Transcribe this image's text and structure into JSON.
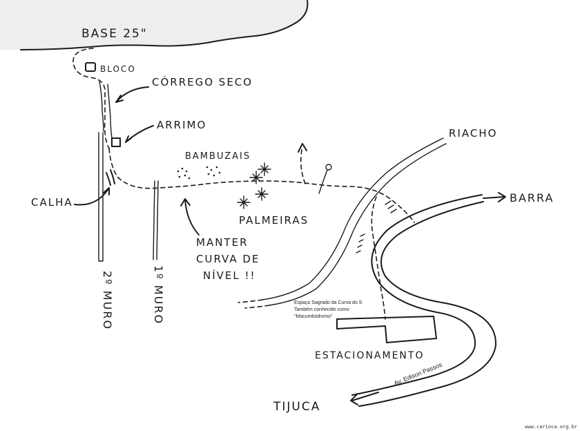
{
  "labels": {
    "base": "BASE 25\"",
    "bloco": "BLOCO",
    "corrego": "CÓRREGO SECO",
    "arrimo": "ARRIMO",
    "bambuzais": "BAMBUZAIS",
    "calha": "CALHA",
    "palmeiras": "PALMEIRAS",
    "manter1": "MANTER",
    "manter2": "CURVA DE",
    "manter3": "NÍVEL !!",
    "segundo_muro": "2º MURO",
    "primeiro_muro": "1º MURO",
    "riacho": "RIACHO",
    "barra": "BARRA",
    "estacionamento": "ESTACIONAMENTO",
    "tijuca": "TIJUCA",
    "avenida": "Av. Edison Passos",
    "espaco1": "Espaço Sagrado da Curva do S",
    "espaco2": "Também conhecido como",
    "espaco3": "\"Macumbódromo\"",
    "credit": "www.carioca.org.br"
  },
  "colors": {
    "ink": "#1a1a1a",
    "rock": "#eeeeee",
    "paper": "#ffffff"
  }
}
